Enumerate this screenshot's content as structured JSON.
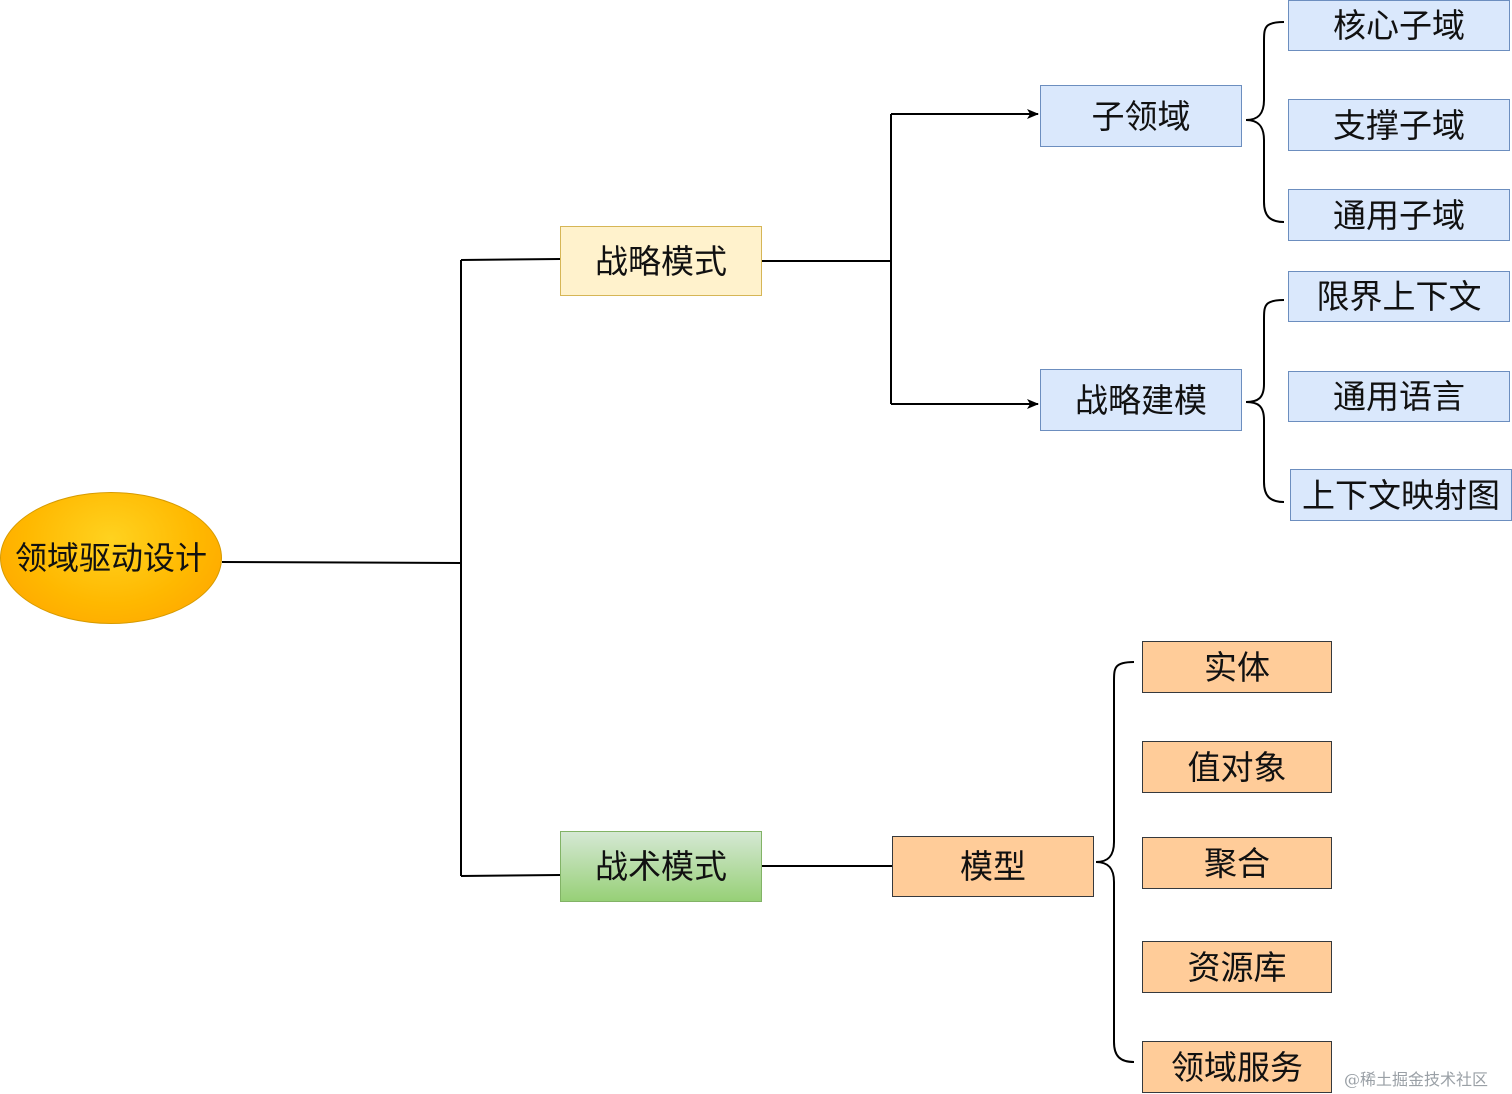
{
  "root": {
    "label": "领域驱动设计"
  },
  "strategic": {
    "label": "战略模式",
    "subdomain": {
      "label": "子领域",
      "children": [
        "核心子域",
        "支撑子域",
        "通用子域"
      ]
    },
    "modeling": {
      "label": "战略建模",
      "children": [
        "限界上下文",
        "通用语言",
        "上下文映射图"
      ]
    }
  },
  "tactical": {
    "label": "战术模式",
    "model": {
      "label": "模型",
      "children": [
        "实体",
        "值对象",
        "聚合",
        "资源库",
        "领域服务"
      ]
    }
  },
  "watermark": "@稀土掘金技术社区",
  "colors": {
    "root_fill": "#ffb800",
    "strategic_fill": "#fff2cc",
    "tactical_fill": "#97d077",
    "blue_fill": "#dae8fc",
    "orange_fill": "#ffcc99",
    "line": "#000000"
  }
}
